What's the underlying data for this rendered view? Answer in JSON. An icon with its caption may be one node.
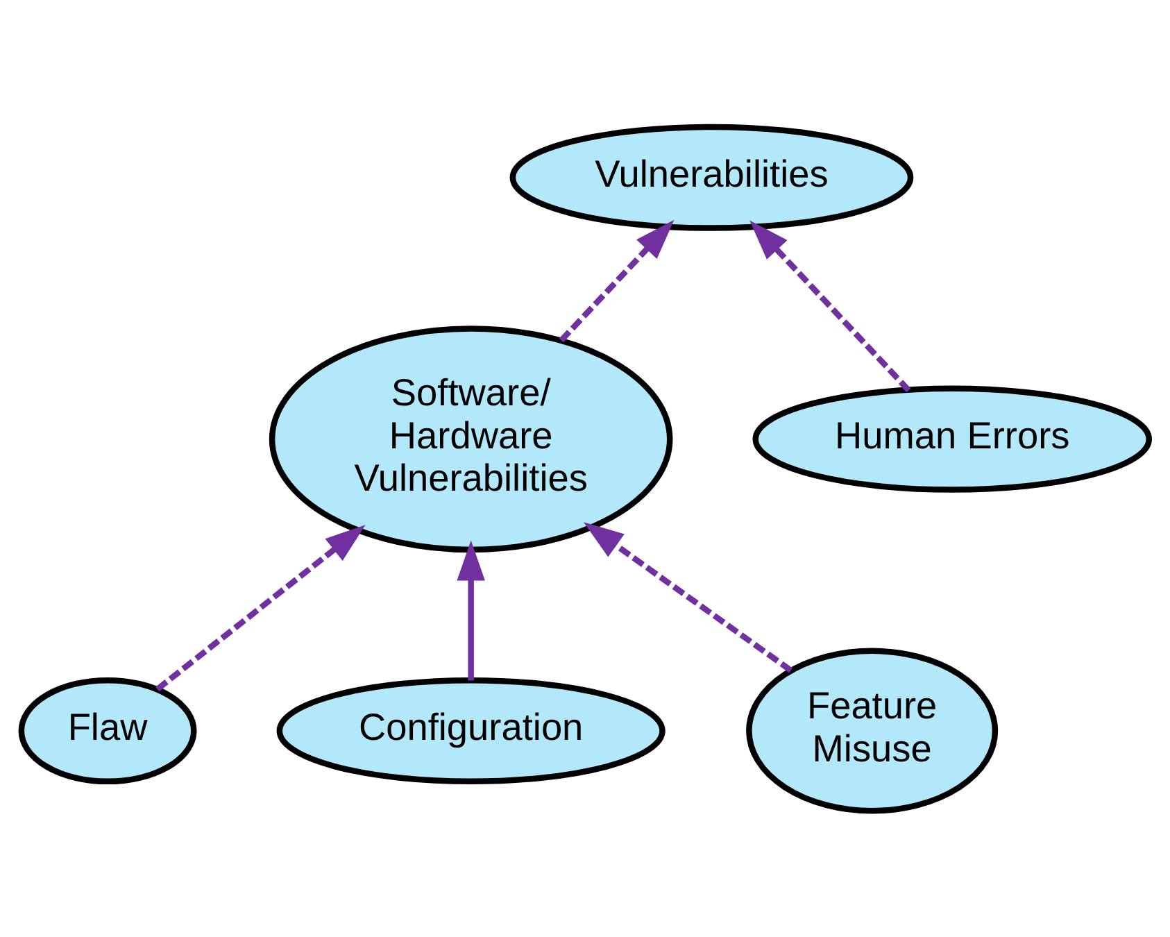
{
  "diagram": {
    "nodes": [
      {
        "text": [
          "Vulnerabilities"
        ]
      },
      {
        "text": [
          "Software/ Hardware Vulnerabilities"
        ]
      },
      {
        "text": [
          "Human Errors"
        ]
      },
      {
        "text": [
          "Flaw"
        ]
      },
      {
        "text": [
          "Configuration"
        ]
      },
      {
        "text": [
          "Feature Misuse"
        ]
      }
    ],
    "edges": [
      {
        "from": 1,
        "to": 0,
        "arrow": "to",
        "style": "dashed"
      },
      {
        "from": 2,
        "to": 0,
        "arrow": "to",
        "style": "dashed"
      },
      {
        "from": 3,
        "to": 1,
        "arrow": "to",
        "style": "dashed"
      },
      {
        "from": 4,
        "to": 1,
        "arrow": "to"
      },
      {
        "from": 5,
        "to": 1,
        "arrow": "to",
        "style": "dashed"
      }
    ]
  }
}
